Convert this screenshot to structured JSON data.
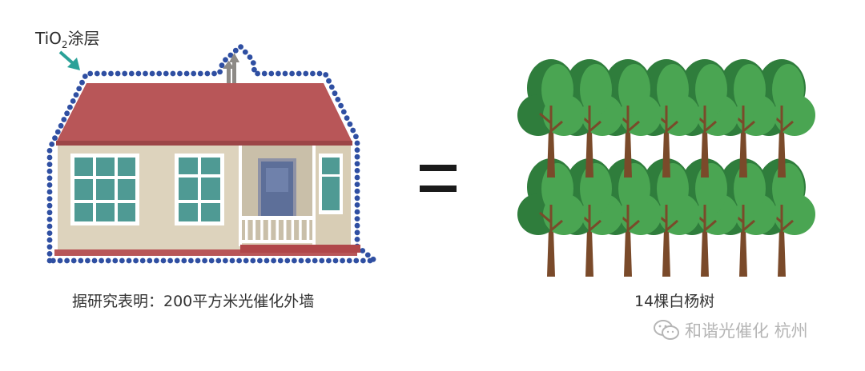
{
  "coating_label": {
    "main": "TiO",
    "subscript": "2",
    "suffix": "涂层"
  },
  "equals_icon": "equals-sign",
  "house_caption": "据研究表明：200平方米光催化外墙",
  "trees_caption": "14棵白杨树",
  "tree_count": 14,
  "tree_rows": 2,
  "trees_per_row": 7,
  "watermark": "和谐光催化 杭州",
  "watermark_icon": "wechat-icon",
  "colors": {
    "roof": "#b85658",
    "wall": "#ddd3bd",
    "window_frame": "#ffffff",
    "window_glass": "#4f9a94",
    "door": "#5d6f99",
    "dot": "#2f4fa2",
    "arrow": "#2aa198",
    "tree_dark": "#2f7d3c",
    "tree_light": "#4aa552",
    "trunk": "#7a4a2a",
    "equals": "#1a1a1a"
  }
}
